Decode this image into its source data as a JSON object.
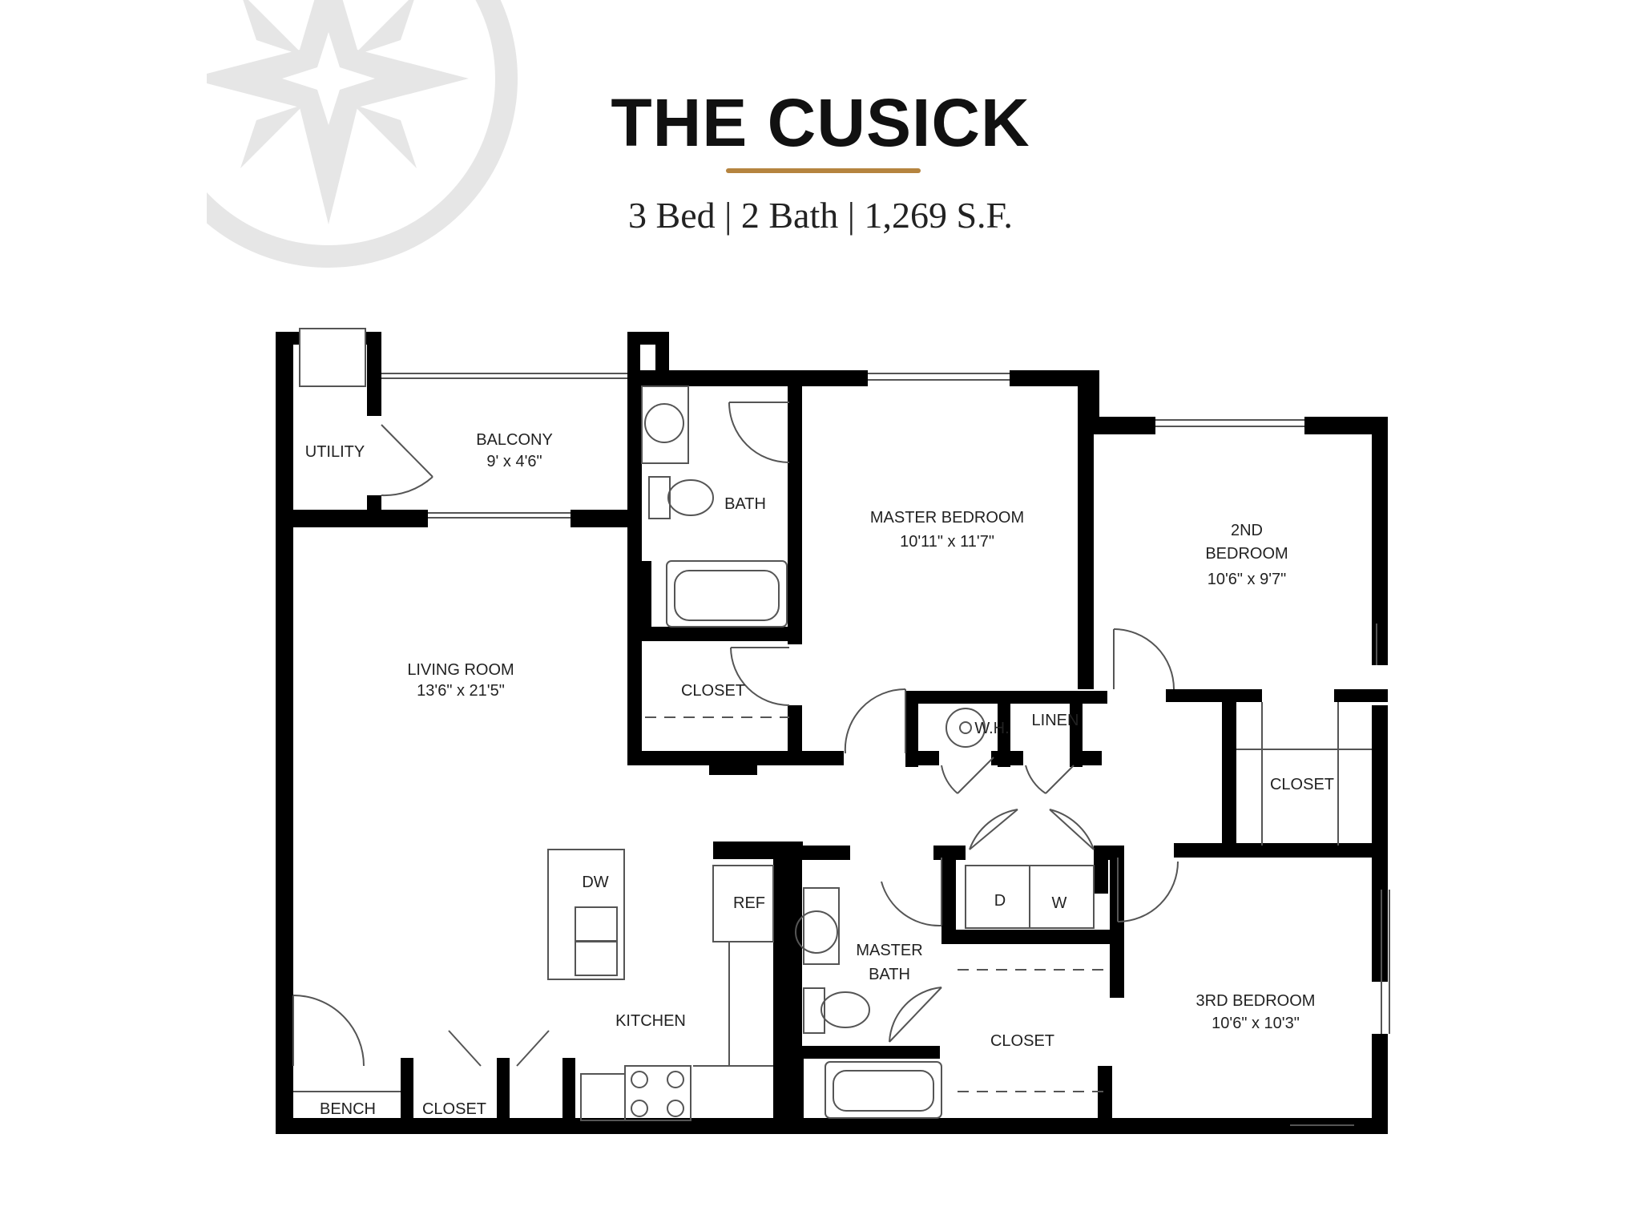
{
  "header": {
    "title": "THE CUSICK",
    "subtitle": "3 Bed | 2 Bath | 1,269 S.F."
  },
  "colors": {
    "accent_rule": "#b5843f",
    "wall": "#000000",
    "logo": "#e6e6e6"
  },
  "logo": {
    "icon": "compass-star-icon"
  },
  "rooms": {
    "utility": "UTILITY",
    "balcony": {
      "name": "BALCONY",
      "dims": "9' x 4'6\""
    },
    "bath": "BATH",
    "master_bedroom": {
      "name": "MASTER BEDROOM",
      "dims": "10'11\" x 11'7\""
    },
    "second_bedroom": {
      "name_line1": "2ND",
      "name_line2": "BEDROOM",
      "dims": "10'6\" x 9'7\""
    },
    "living_room": {
      "name": "LIVING ROOM",
      "dims": "13'6\" x 21'5\""
    },
    "master_closet": "CLOSET",
    "water_heater": "W.H.",
    "linen": "LINEN",
    "second_closet": "CLOSET",
    "dishwasher": "DW",
    "refrigerator": "REF",
    "master_bath": {
      "line1": "MASTER",
      "line2": "BATH"
    },
    "dryer": "D",
    "washer": "W",
    "kitchen": "KITCHEN",
    "third_closet": "CLOSET",
    "third_bedroom": {
      "name": "3RD BEDROOM",
      "dims": "10'6\" x 10'3\""
    },
    "bench": "BENCH",
    "entry_closet": "CLOSET"
  }
}
